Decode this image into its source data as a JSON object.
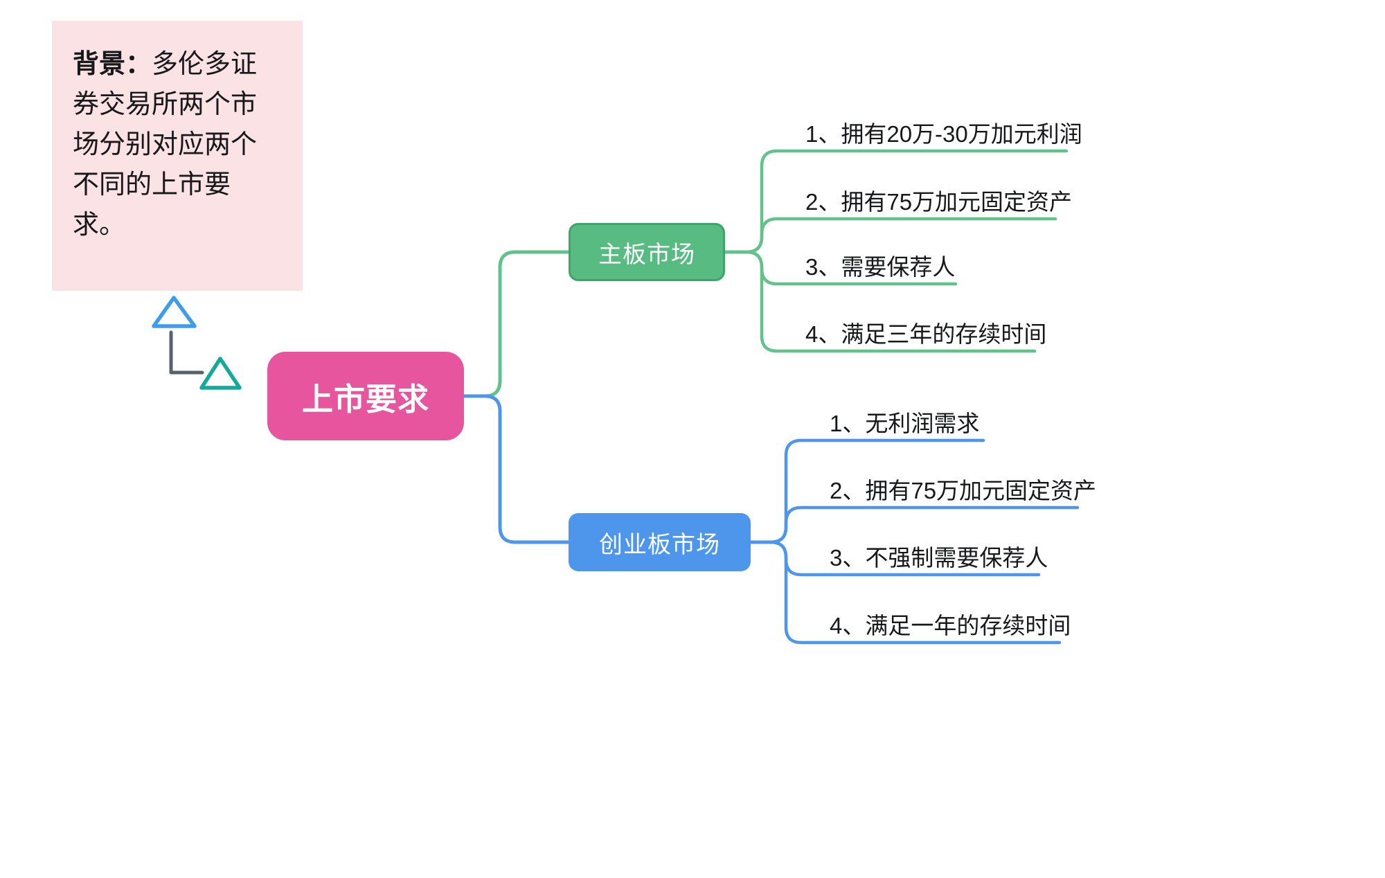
{
  "colors": {
    "canvas-bg": "#FFFFFF",
    "note-bg": "#FBE2E4",
    "note-text": "#17181A",
    "root-bg": "#E8559F",
    "root-text": "#FFFFFF",
    "green-node": "#57BB82",
    "green-node-border": "#3DA56C",
    "green-line": "#62C28C",
    "blue-node": "#4D96EC",
    "blue-line": "#4D96EC",
    "leaf-text": "#17181A",
    "marker-blue": "#3E9CE9",
    "marker-teal": "#14A99A",
    "marker-connector": "#57616E"
  },
  "note": {
    "title": "背景：",
    "body": "多伦多证券交易所两个市场分别对应两个不同的上市要求。"
  },
  "root": {
    "label": "上市要求"
  },
  "branches": [
    {
      "label": "主板市场",
      "items": [
        "1、拥有20万-30万加元利润",
        "2、拥有75万加元固定资产",
        "3、需要保荐人",
        "4、满足三年的存续时间"
      ]
    },
    {
      "label": "创业板市场",
      "items": [
        "1、无利润需求",
        "2、拥有75万加元固定资产",
        "3、不强制需要保荐人",
        "4、满足一年的存续时间"
      ]
    }
  ]
}
